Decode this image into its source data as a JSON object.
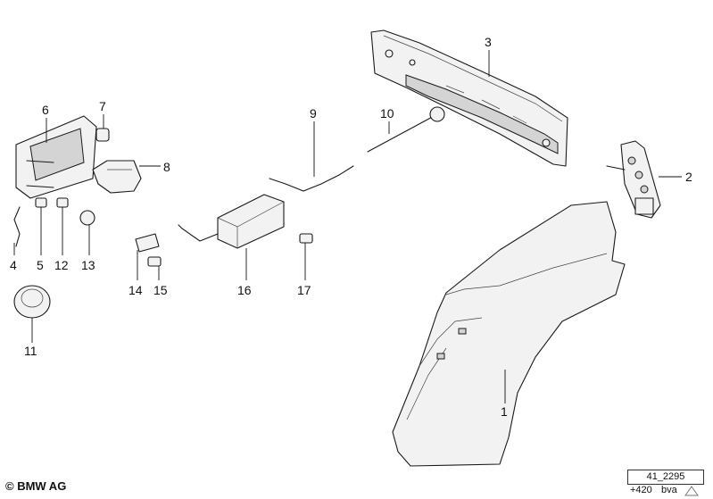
{
  "parts": [
    {
      "number": "1"
    },
    {
      "number": "2"
    },
    {
      "number": "3"
    },
    {
      "number": "4"
    },
    {
      "number": "5"
    },
    {
      "number": "6"
    },
    {
      "number": "7"
    },
    {
      "number": "8"
    },
    {
      "number": "9"
    },
    {
      "number": "10"
    },
    {
      "number": "11"
    },
    {
      "number": "12"
    },
    {
      "number": "13"
    },
    {
      "number": "14"
    },
    {
      "number": "15"
    },
    {
      "number": "16"
    },
    {
      "number": "17"
    }
  ],
  "footer": {
    "copyright": "© BMW AG",
    "diagram_ref": "41_2295",
    "code": "+420",
    "author": "bva"
  }
}
